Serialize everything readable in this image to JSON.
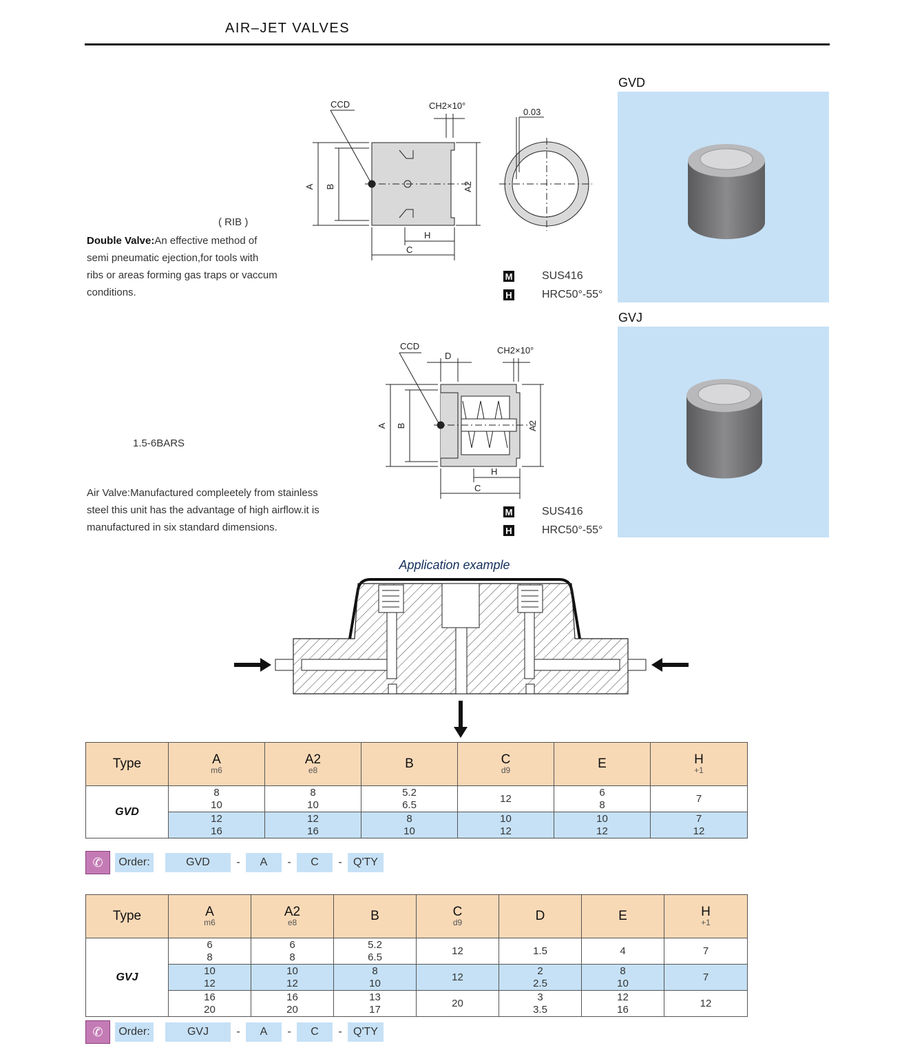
{
  "header": {
    "title": "AIR–JET VALVES"
  },
  "gvd": {
    "label": "GVD",
    "rib": "( RIB )",
    "desc_bold": "Double Valve:",
    "desc_lines": [
      "An effective method of",
      "semi pneumatic ejection,for tools with",
      "ribs or areas forming gas traps or vaccum",
      "conditions."
    ],
    "drawing_labels": {
      "ccd": "CCD",
      "ch": "CH2×10°",
      "tol": "0.03",
      "a": "A",
      "b": "B",
      "a2": "A2",
      "h": "H",
      "c": "C"
    },
    "material": {
      "m_badge": "M",
      "m_value": "SUS416",
      "h_badge": "H",
      "h_value": "HRC50°-55°"
    }
  },
  "gvj": {
    "label": "GVJ",
    "pressure": "1.5-6BARS",
    "desc_lines": [
      "Air Valve:Manufactured compleetely from stainless",
      "steel this unit has the advantage of high airflow.it is",
      "manufactured in six standard dimensions."
    ],
    "drawing_labels": {
      "ccd": "CCD",
      "d": "D",
      "ch": "CH2×10°",
      "a": "A",
      "b": "B",
      "a2": "A2",
      "h": "H",
      "c": "C"
    },
    "material": {
      "m_badge": "M",
      "m_value": "SUS416",
      "h_badge": "H",
      "h_value": "HRC50°-55°"
    }
  },
  "application": {
    "title": "Application example"
  },
  "table_gvd": {
    "headers": [
      {
        "main": "Type",
        "sub": ""
      },
      {
        "main": "A",
        "sub": "m6"
      },
      {
        "main": "A2",
        "sub": "e8"
      },
      {
        "main": "B",
        "sub": ""
      },
      {
        "main": "C",
        "sub": "d9"
      },
      {
        "main": "E",
        "sub": ""
      },
      {
        "main": "H",
        "sub": "+1"
      }
    ],
    "type": "GVD",
    "rows": [
      {
        "A": [
          "8",
          "10"
        ],
        "A2": [
          "8",
          "10"
        ],
        "B": [
          "5.2",
          "6.5"
        ],
        "C": [
          "12"
        ],
        "E": [
          "6",
          "8"
        ],
        "H": [
          "7"
        ]
      },
      {
        "A": [
          "12",
          "16"
        ],
        "A2": [
          "12",
          "16"
        ],
        "B": [
          "8",
          "10"
        ],
        "C": [
          "10",
          "12"
        ],
        "E": [
          "10",
          "12"
        ],
        "H": [
          "7",
          "12"
        ]
      }
    ]
  },
  "order_gvd": {
    "label": "Order:",
    "code": "GVD",
    "a": "A",
    "c": "C",
    "qty": "Q'TY",
    "dash": "-"
  },
  "table_gvj": {
    "headers": [
      {
        "main": "Type",
        "sub": ""
      },
      {
        "main": "A",
        "sub": "m6"
      },
      {
        "main": "A2",
        "sub": "e8"
      },
      {
        "main": "B",
        "sub": ""
      },
      {
        "main": "C",
        "sub": "d9"
      },
      {
        "main": "D",
        "sub": ""
      },
      {
        "main": "E",
        "sub": ""
      },
      {
        "main": "H",
        "sub": "+1"
      }
    ],
    "type": "GVJ",
    "rows": [
      {
        "A": [
          "6",
          "8"
        ],
        "A2": [
          "6",
          "8"
        ],
        "B": [
          "5.2",
          "6.5"
        ],
        "C": [
          "12"
        ],
        "D": [
          "1.5"
        ],
        "E": [
          "4"
        ],
        "H": [
          "7"
        ]
      },
      {
        "A": [
          "10",
          "12"
        ],
        "A2": [
          "10",
          "12"
        ],
        "B": [
          "8",
          "10"
        ],
        "C": [
          "12"
        ],
        "D": [
          "2",
          "2.5"
        ],
        "E": [
          "8",
          "10"
        ],
        "H": [
          "7"
        ]
      },
      {
        "A": [
          "16",
          "20"
        ],
        "A2": [
          "16",
          "20"
        ],
        "B": [
          "13",
          "17"
        ],
        "C": [
          "20"
        ],
        "D": [
          "3",
          "3.5"
        ],
        "E": [
          "12",
          "16"
        ],
        "H": [
          "12"
        ]
      }
    ]
  },
  "order_gvj": {
    "label": "Order:",
    "code": "GVJ",
    "a": "A",
    "c": "C",
    "qty": "Q'TY",
    "dash": "-"
  },
  "colors": {
    "header_fill": "#f8d9b6",
    "row_blue": "#c6e1f6",
    "order_icon": "#c47bb5"
  }
}
